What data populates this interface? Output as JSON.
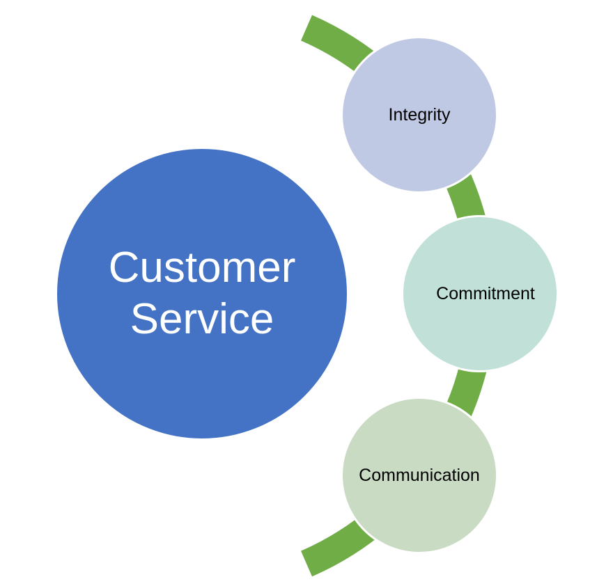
{
  "diagram": {
    "center": {
      "label_line1": "Customer",
      "label_line2": "Service",
      "color": "#4472c4"
    },
    "items": [
      {
        "label": "Integrity",
        "color": "#bfc9e4"
      },
      {
        "label": "Commitment",
        "color": "#c0e0d8"
      },
      {
        "label": "Communication",
        "color": "#c9dbc3"
      }
    ],
    "connector_color": "#70ad47"
  }
}
